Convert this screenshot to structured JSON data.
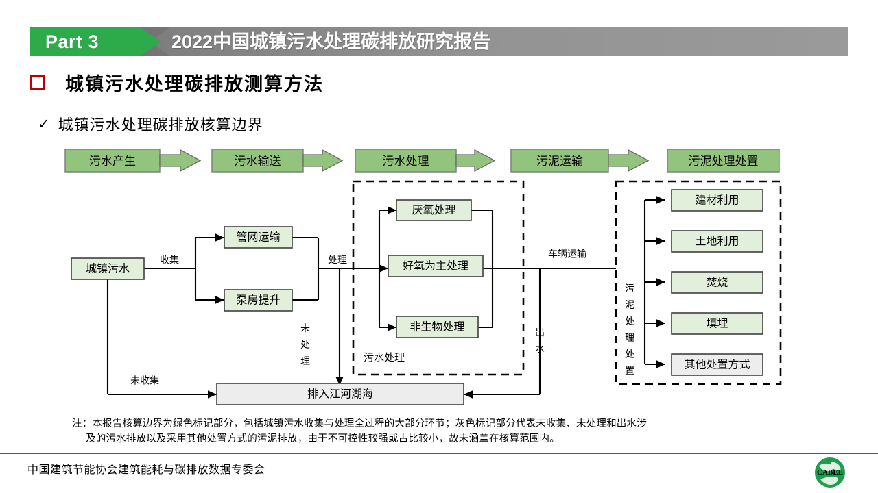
{
  "banner": {
    "part_label": "Part 3",
    "title": "2022中国城镇污水处理碳排放研究报告",
    "green": "#2daa4a",
    "gray": "#808080"
  },
  "headings": {
    "bullet_color": "#c00000",
    "level1": "城镇污水处理碳排放测算方法",
    "check_mark": "✓",
    "level2": "城镇污水处理碳排放核算边界"
  },
  "diagram": {
    "colors": {
      "stage_green": "#92c47d",
      "node_green": "#e2efda",
      "node_gray": "#ededed",
      "stroke": "#3f3f3f",
      "line": "#000000"
    },
    "stages": [
      {
        "label": "污水产生"
      },
      {
        "label": "污水输送"
      },
      {
        "label": "污水处理"
      },
      {
        "label": "污泥运输"
      },
      {
        "label": "污泥处理处置"
      }
    ],
    "nodes": {
      "source": "城镇污水",
      "pipe": "管网运输",
      "pump": "泵房提升",
      "anaerobic": "厌氧处理",
      "aerobic": "好氧为主处理",
      "nonbio": "非生物处理",
      "discharge": "排入江河湖海",
      "building_material": "建材利用",
      "land_use": "土地利用",
      "incineration": "焚烧",
      "landfill": "填埋",
      "other": "其他处置方式"
    },
    "group_labels": {
      "wastewater_treatment": "污水处理",
      "sludge_treatment": "污泥处理处置"
    },
    "edge_labels": {
      "collected": "收集",
      "uncollected": "未收集",
      "treated": "处理",
      "untreated": "未处理",
      "vehicle_transport": "车辆运输",
      "effluent": "出水"
    }
  },
  "note": {
    "line1": "注：本报告核算边界为绿色标记部分，包括城镇污水收集与处理全过程的大部分环节；灰色标记部分代表未收集、未处理和出水涉",
    "line2": "及的污水排放以及采用其他处置方式的污泥排放，由于不可控性较强或占比较小，故未涵盖在核算范围内。"
  },
  "footer": {
    "org": "中国建筑节能协会建筑能耗与碳排放数据专委会",
    "logo_text": "CABEE",
    "logo_globe_color": "#1f9d4d",
    "logo_text_color": "#c00000",
    "rule_color": "#1f7a35"
  }
}
